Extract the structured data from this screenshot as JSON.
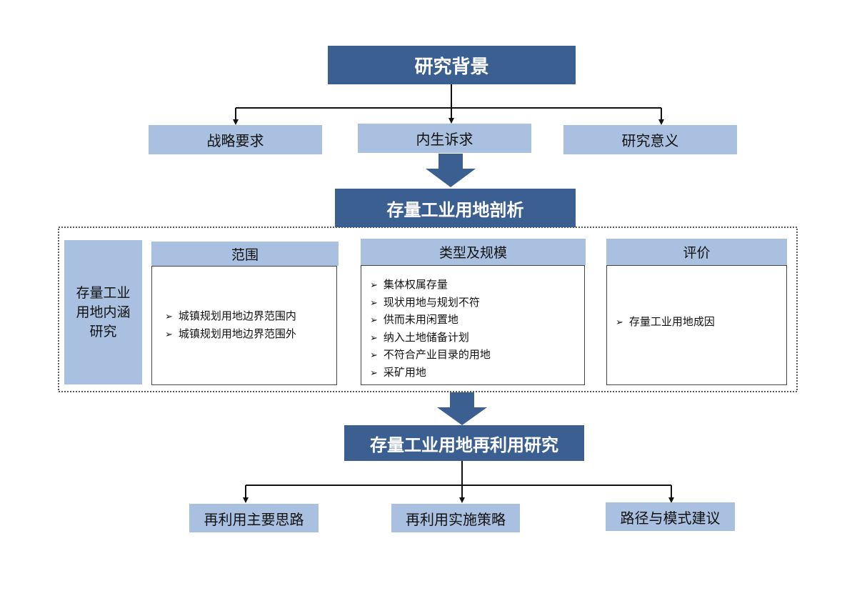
{
  "top": {
    "title": "研究背景",
    "children": [
      "战略要求",
      "内生诉求",
      "研究意义"
    ]
  },
  "middle": {
    "title": "存量工业用地剖析",
    "side_label": "存量工业用地内涵研究",
    "columns": [
      {
        "header": "范围",
        "items": [
          "城镇规划用地边界范围内",
          "城镇规划用地边界范围外"
        ]
      },
      {
        "header": "类型及规模",
        "items": [
          "集体权属存量",
          "现状用地与规划不符",
          "供而未用闲置地",
          "纳入土地储备计划",
          "不符合产业目录的用地",
          "采矿用地"
        ]
      },
      {
        "header": "评价",
        "items": [
          "存量工业用地成因"
        ]
      }
    ]
  },
  "bottom": {
    "title": "存量工业用地再利用研究",
    "children": [
      "再利用主要思路",
      "再利用实施策略",
      "路径与模式建议"
    ]
  },
  "colors": {
    "dark": "#3b5f91",
    "light": "#a9c0e0"
  }
}
